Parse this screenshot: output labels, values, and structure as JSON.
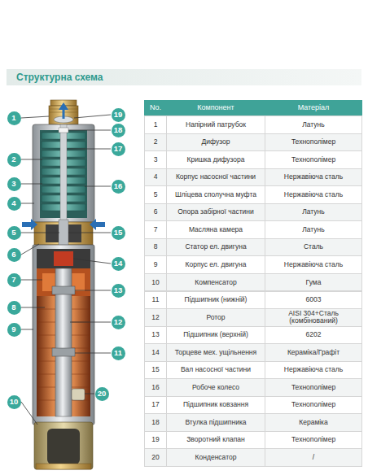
{
  "diagram": {
    "title": "Структурна схема",
    "labels": [
      "1",
      "19",
      "18",
      "17",
      "2",
      "3",
      "16",
      "4",
      "5",
      "15",
      "6",
      "14",
      "7",
      "13",
      "8",
      "12",
      "9",
      "11",
      "20",
      "10",
      "No.",
      "Компонент",
      "Матеріал",
      "1",
      "Напірний патрубок",
      "Латунь",
      "2",
      "Дифузор",
      "Технополімер",
      "3",
      "Кришка дифузора",
      "Технополімер",
      "4",
      "Корпус насосної частини",
      "Нержавіюча сталь",
      "5",
      "Шліцева сполучна муфта",
      "Нержавіюча сталь",
      "6",
      "Опора забірної частини",
      "Латунь",
      "7",
      "Масляна камера",
      "Латунь",
      "8",
      "Статор ел. двигуна",
      "Сталь",
      "9",
      "Корпус ел. двигуна",
      "Нержавіюча сталь",
      "10",
      "Компенсатор",
      "Гума",
      "11",
      "Підшипник (нижній)",
      "6003",
      "12",
      "Ротор",
      "AISI 304+Сталь (комбінований)",
      "13",
      "Підшипник (верхній)",
      "6202",
      "14",
      "Торцеве мех. ущільнення",
      "Кераміка/Графіт",
      "15",
      "Вал насосної частини",
      "Нержавіюча сталь",
      "16",
      "Робоче колесо",
      "Технополімер",
      "17",
      "Підшипник ковзання",
      "Технополімер",
      "18",
      "Втулка підшипника",
      "Кераміка",
      "19",
      "Зворотний клапан",
      "Технополімер",
      "20",
      "Конденсатор",
      "/"
    ]
  }
}
